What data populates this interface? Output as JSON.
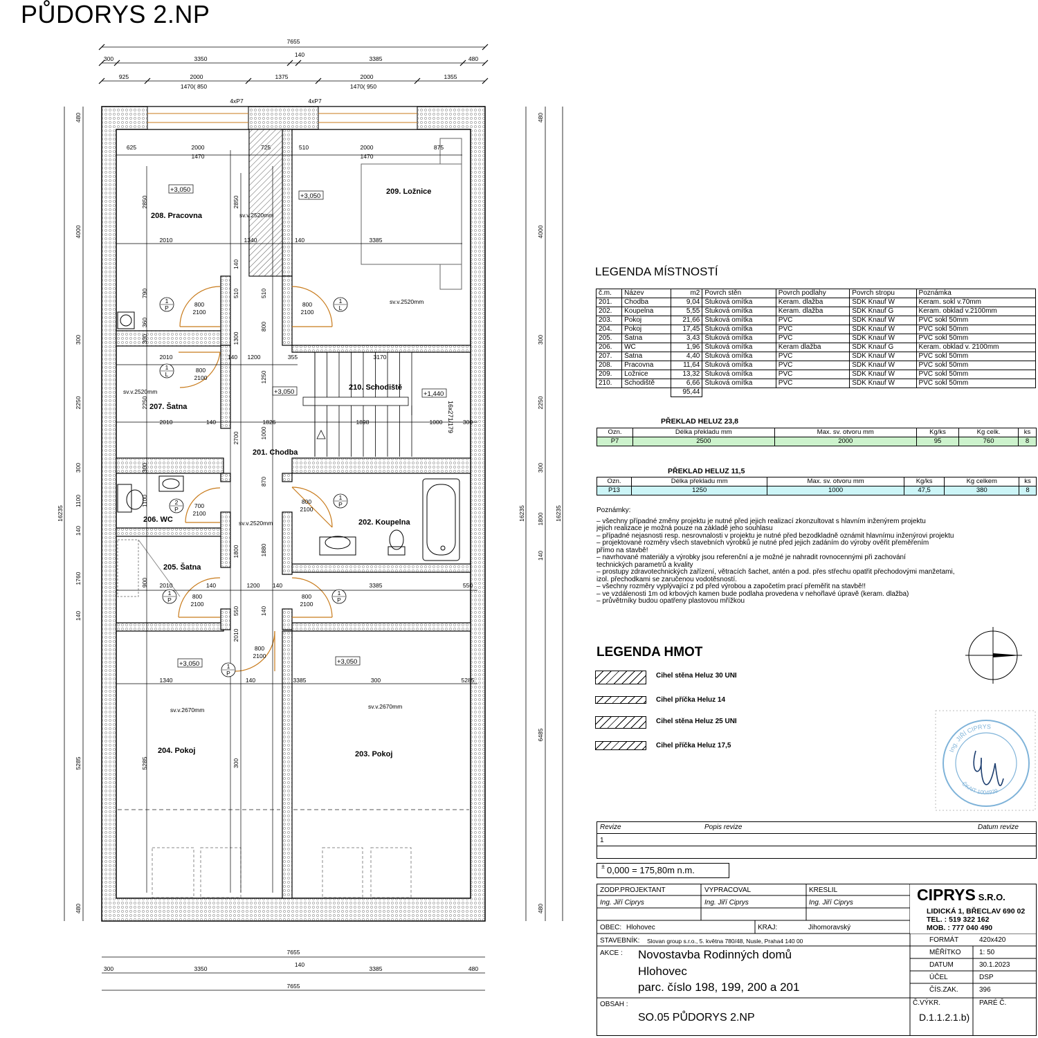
{
  "page_title": "PŮDORYS  2.NP",
  "plan": {
    "rooms": [
      {
        "name": "208. Pracovna"
      },
      {
        "name": "209. Ložnice"
      },
      {
        "name": "207. Šatna"
      },
      {
        "name": "210. Schodiště"
      },
      {
        "name": "201. Chodba"
      },
      {
        "name": "206. WC"
      },
      {
        "name": "202. Koupelna"
      },
      {
        "name": "205. Šatna"
      },
      {
        "name": "204. Pokoj"
      },
      {
        "name": "203. Pokoj"
      }
    ],
    "level_marks": [
      "+3,050",
      "+3,050",
      "+3,050",
      "+1,440",
      "+3,050",
      "+3,050"
    ],
    "ceiling_heights": [
      "sv.v.2520mm",
      "sv.v.2520mm",
      "sv.v.2520mm",
      "sv.v.2520mm",
      "sv.v.2670mm",
      "sv.v.2670mm"
    ],
    "window_marks": [
      "4xP7",
      "4xP7"
    ],
    "stair_label": "16x271/179",
    "top_dims": {
      "total": "7655",
      "row1": [
        "300",
        "3350",
        "140",
        "3385",
        "480"
      ],
      "row2": [
        "925",
        "2000",
        "1375",
        "2000",
        "1355"
      ],
      "sill": [
        "1470( 850",
        "1470( 950"
      ]
    },
    "bottom_dims": {
      "total": "7655",
      "row1": [
        "300",
        "3350",
        "140",
        "3385",
        "480"
      ],
      "total2": "7655"
    },
    "left_dims": {
      "total": "16235",
      "parts": [
        "480",
        "4000",
        "300",
        "2250",
        "300",
        "1100",
        "140",
        "1760",
        "140",
        "5285",
        "480"
      ]
    },
    "right_dims": {
      "total": "16235",
      "parts": [
        "480",
        "4000",
        "300",
        "2250",
        "300",
        "1800",
        "140",
        "6485",
        "480"
      ],
      "total2": "16235"
    },
    "inner_dims": [
      "625",
      "2000",
      "725",
      "510",
      "2000",
      "875",
      "1470",
      "1470",
      "2850",
      "2850",
      "2010",
      "1340",
      "140",
      "3385",
      "790",
      "360",
      "300",
      "140",
      "510",
      "510",
      "800",
      "1300",
      "2010",
      "140",
      "1200",
      "355",
      "3170",
      "1250",
      "2250",
      "2010",
      "140",
      "1826",
      "1898",
      "1000",
      "300",
      "2700",
      "1000",
      "300",
      "870",
      "1100",
      "1800",
      "1880",
      "900",
      "2010",
      "140",
      "1200",
      "140",
      "3385",
      "550",
      "550",
      "140",
      "2010",
      "1340",
      "140",
      "3385",
      "300",
      "5285",
      "5285",
      "300"
    ],
    "doors": [
      {
        "num": "1",
        "type": "P",
        "w": "800",
        "h": "2100"
      },
      {
        "num": "1",
        "type": "L",
        "w": "800",
        "h": "2100"
      },
      {
        "num": "1",
        "type": "L",
        "w": "800",
        "h": "2100"
      },
      {
        "num": "2",
        "type": "P",
        "w": "700",
        "h": "2100"
      },
      {
        "num": "1",
        "type": "P",
        "w": "800",
        "h": "2100"
      },
      {
        "num": "1",
        "type": "P",
        "w": "800",
        "h": "2100"
      },
      {
        "num": "1",
        "type": "P",
        "w": "800",
        "h": "2100"
      },
      {
        "num": "1",
        "type": "P",
        "w": "800",
        "h": "2100"
      }
    ]
  },
  "room_legend": {
    "title": "LEGENDA MÍSTNOSTÍ",
    "headers": [
      "č.m.",
      "Název",
      "m2",
      "Povrch stěn",
      "Povrch podlahy",
      "Povrch stropu",
      "Poznámka"
    ],
    "rows": [
      [
        "201.",
        "Chodba",
        "9,04",
        "Štuková omítka",
        "Keram. dlažba",
        "SDK Knauf W",
        "Keram. sokl v.70mm"
      ],
      [
        "202.",
        "Koupelna",
        "5,55",
        "Štuková omítka",
        "Keram. dlažba",
        "SDK Knauf G",
        "Keram. obklad v.2100mm"
      ],
      [
        "203.",
        "Pokoj",
        "21,66",
        "Štuková omítka",
        "PVC",
        "SDK Knauf W",
        "PVC sokl 50mm"
      ],
      [
        "204.",
        "Pokoj",
        "17,45",
        "Štuková omítka",
        "PVC",
        "SDK Knauf W",
        "PVC sokl 50mm"
      ],
      [
        "205.",
        "Šatna",
        "3,43",
        "Štuková omítka",
        "PVC",
        "SDK Knauf W",
        "PVC sokl 50mm"
      ],
      [
        "206.",
        "WC",
        "1,96",
        "Štuková omítka",
        "Keram dlažba",
        "SDK Knauf G",
        "Keram. obklad v. 2100mm"
      ],
      [
        "207.",
        "Šatna",
        "4,40",
        "Štuková omítka",
        "PVC",
        "SDK Knauf W",
        "PVC sokl 50mm"
      ],
      [
        "208.",
        "Pracovna",
        "11,64",
        "Štuková omítka",
        "PVC",
        "SDK Knauf W",
        "PVC sokl 50mm"
      ],
      [
        "209.",
        "Ložnice",
        "13,32",
        "Štuková omítka",
        "PVC",
        "SDK Knauf W",
        "PVC sokl 50mm"
      ],
      [
        "210.",
        "Schodiště",
        "6,66",
        "Štuková omítka",
        "PVC",
        "SDK Knauf W",
        "PVC sokl 50mm"
      ]
    ],
    "total": "95,44"
  },
  "lintels": [
    {
      "title": "PŘEKLAD HELUZ 23,8",
      "headers": [
        "Ozn.",
        "Délka překladu mm",
        "Max. sv. otvoru mm",
        "Kg/ks",
        "Kg celk.",
        "ks"
      ],
      "row": [
        "P7",
        "2500",
        "2000",
        "95",
        "760",
        "8"
      ],
      "color": "#ccf2cc"
    },
    {
      "title": "PŘEKLAD HELUZ 11,5",
      "headers": [
        "Ozn.",
        "Délka překladu mm",
        "Max. sv. otvoru mm",
        "Kg/ks",
        "Kg celkem",
        "ks"
      ],
      "row": [
        "P13",
        "1250",
        "1000",
        "47,5",
        "380",
        "8"
      ],
      "color": "#ccf5f7"
    }
  ],
  "notes": {
    "title": "Poznámky:",
    "lines": [
      "–  všechny případné změny projektu je nutné před jejich realizací zkonzultovat s hlavním inženýrem projektu",
      "    jejich realizace je možná pouze na základě jeho souhlasu",
      "–  případné nejasnosti resp. nesrovnalosti v projektu je nutné před bezodkladně oznámit hlavnímu inženýrovi projektu",
      "–  projektované rozměry všech stavebních výrobků je nutné před jejich zadáním do výroby ověřit přeměřením",
      "    přímo na stavbě!",
      "–  navrhované materiály a výrobky jsou referenční a je možné je nahradit rovnocennými při zachování",
      "    technických parametrů a kvality",
      "–  prostupy zdravotechnických zařízení, větracích šachet, antén a pod. přes střechu opatřit přechodovými manžetami,",
      "    izol. přechodkami se zaručenou vodotěsností.",
      "–  všechny rozměry vyplývající z pd před výrobou a započetím prací přeměřit na stavbě!!",
      "–  ve vzdálenosti   1m od krbových kamen bude podlaha provedena v nehořlavé úpravě (keram. dlažba)",
      "–  průvětrníky budou opatřeny plastovou mřížkou"
    ]
  },
  "material_legend": {
    "title": "LEGENDA HMOT",
    "items": [
      "Cihel stěna Heluz 30 UNI",
      "Cihel příčka Heluz 14",
      "Cihel stěna Heluz 25 UNI",
      "Cihel příčka Heluz 17,5"
    ]
  },
  "stamp": {
    "text": "Ing. JIŘÍ CIPRYS",
    "number": "ČKAIT 1004939",
    "color": "#7fb3d9"
  },
  "revision": {
    "headers": [
      "Revize",
      "Popis revize",
      "Datum revize"
    ],
    "rows": [
      [
        "1",
        "",
        ""
      ]
    ]
  },
  "elevation_ref": "0,000  =  175,80m  n.m.",
  "title_block": {
    "zodp_label": "ZODP.PROJEKTANT",
    "zodp_value": "Ing. Jiří Ciprys",
    "vypracoval_label": "VYPRACOVAL",
    "vypracoval_value": "Ing. Jiří Ciprys",
    "kreslil_label": "KRESLIL",
    "kreslil_value": "Ing. Jiří Ciprys",
    "company": "CIPRYS",
    "company_suffix": "S.R.O.",
    "address": "LIDICKÁ 1, BŘECLAV 690 02",
    "tel": "TEL. : 519 322 162",
    "mob": "MOB. : 777 040 490",
    "obec_label": "OBEC:",
    "obec_value": "Hlohovec",
    "kraj_label": "KRAJ:",
    "kraj_value": "Jihomoravský",
    "stavebnik_label": "STAVEBNÍK:",
    "stavebnik_value": "Slovan group s.r.o., 5. května 780/48, Nusle, Praha4   140 00",
    "akce_label": "AKCE :",
    "akce_lines": [
      "Novostavba Rodinných domů",
      "Hlohovec",
      "parc. číslo 198, 199, 200 a 201"
    ],
    "obsah_label": "OBSAH :",
    "obsah_value": "SO.05   PŮDORYS  2.NP",
    "fields": [
      {
        "label": "FORMÁT",
        "value": "420x420"
      },
      {
        "label": "MĚŘÍTKO",
        "value": "1: 50"
      },
      {
        "label": "DATUM",
        "value": "30.1.2023"
      },
      {
        "label": "ÚČEL",
        "value": "DSP"
      },
      {
        "label": "ČÍS.ZAK.",
        "value": "396"
      }
    ],
    "cvykr_label": "Č.VÝKR.",
    "cvykr_value": "D.1.1.2.1.b)",
    "pare_label": "PARÉ Č.",
    "pare_value": ""
  }
}
